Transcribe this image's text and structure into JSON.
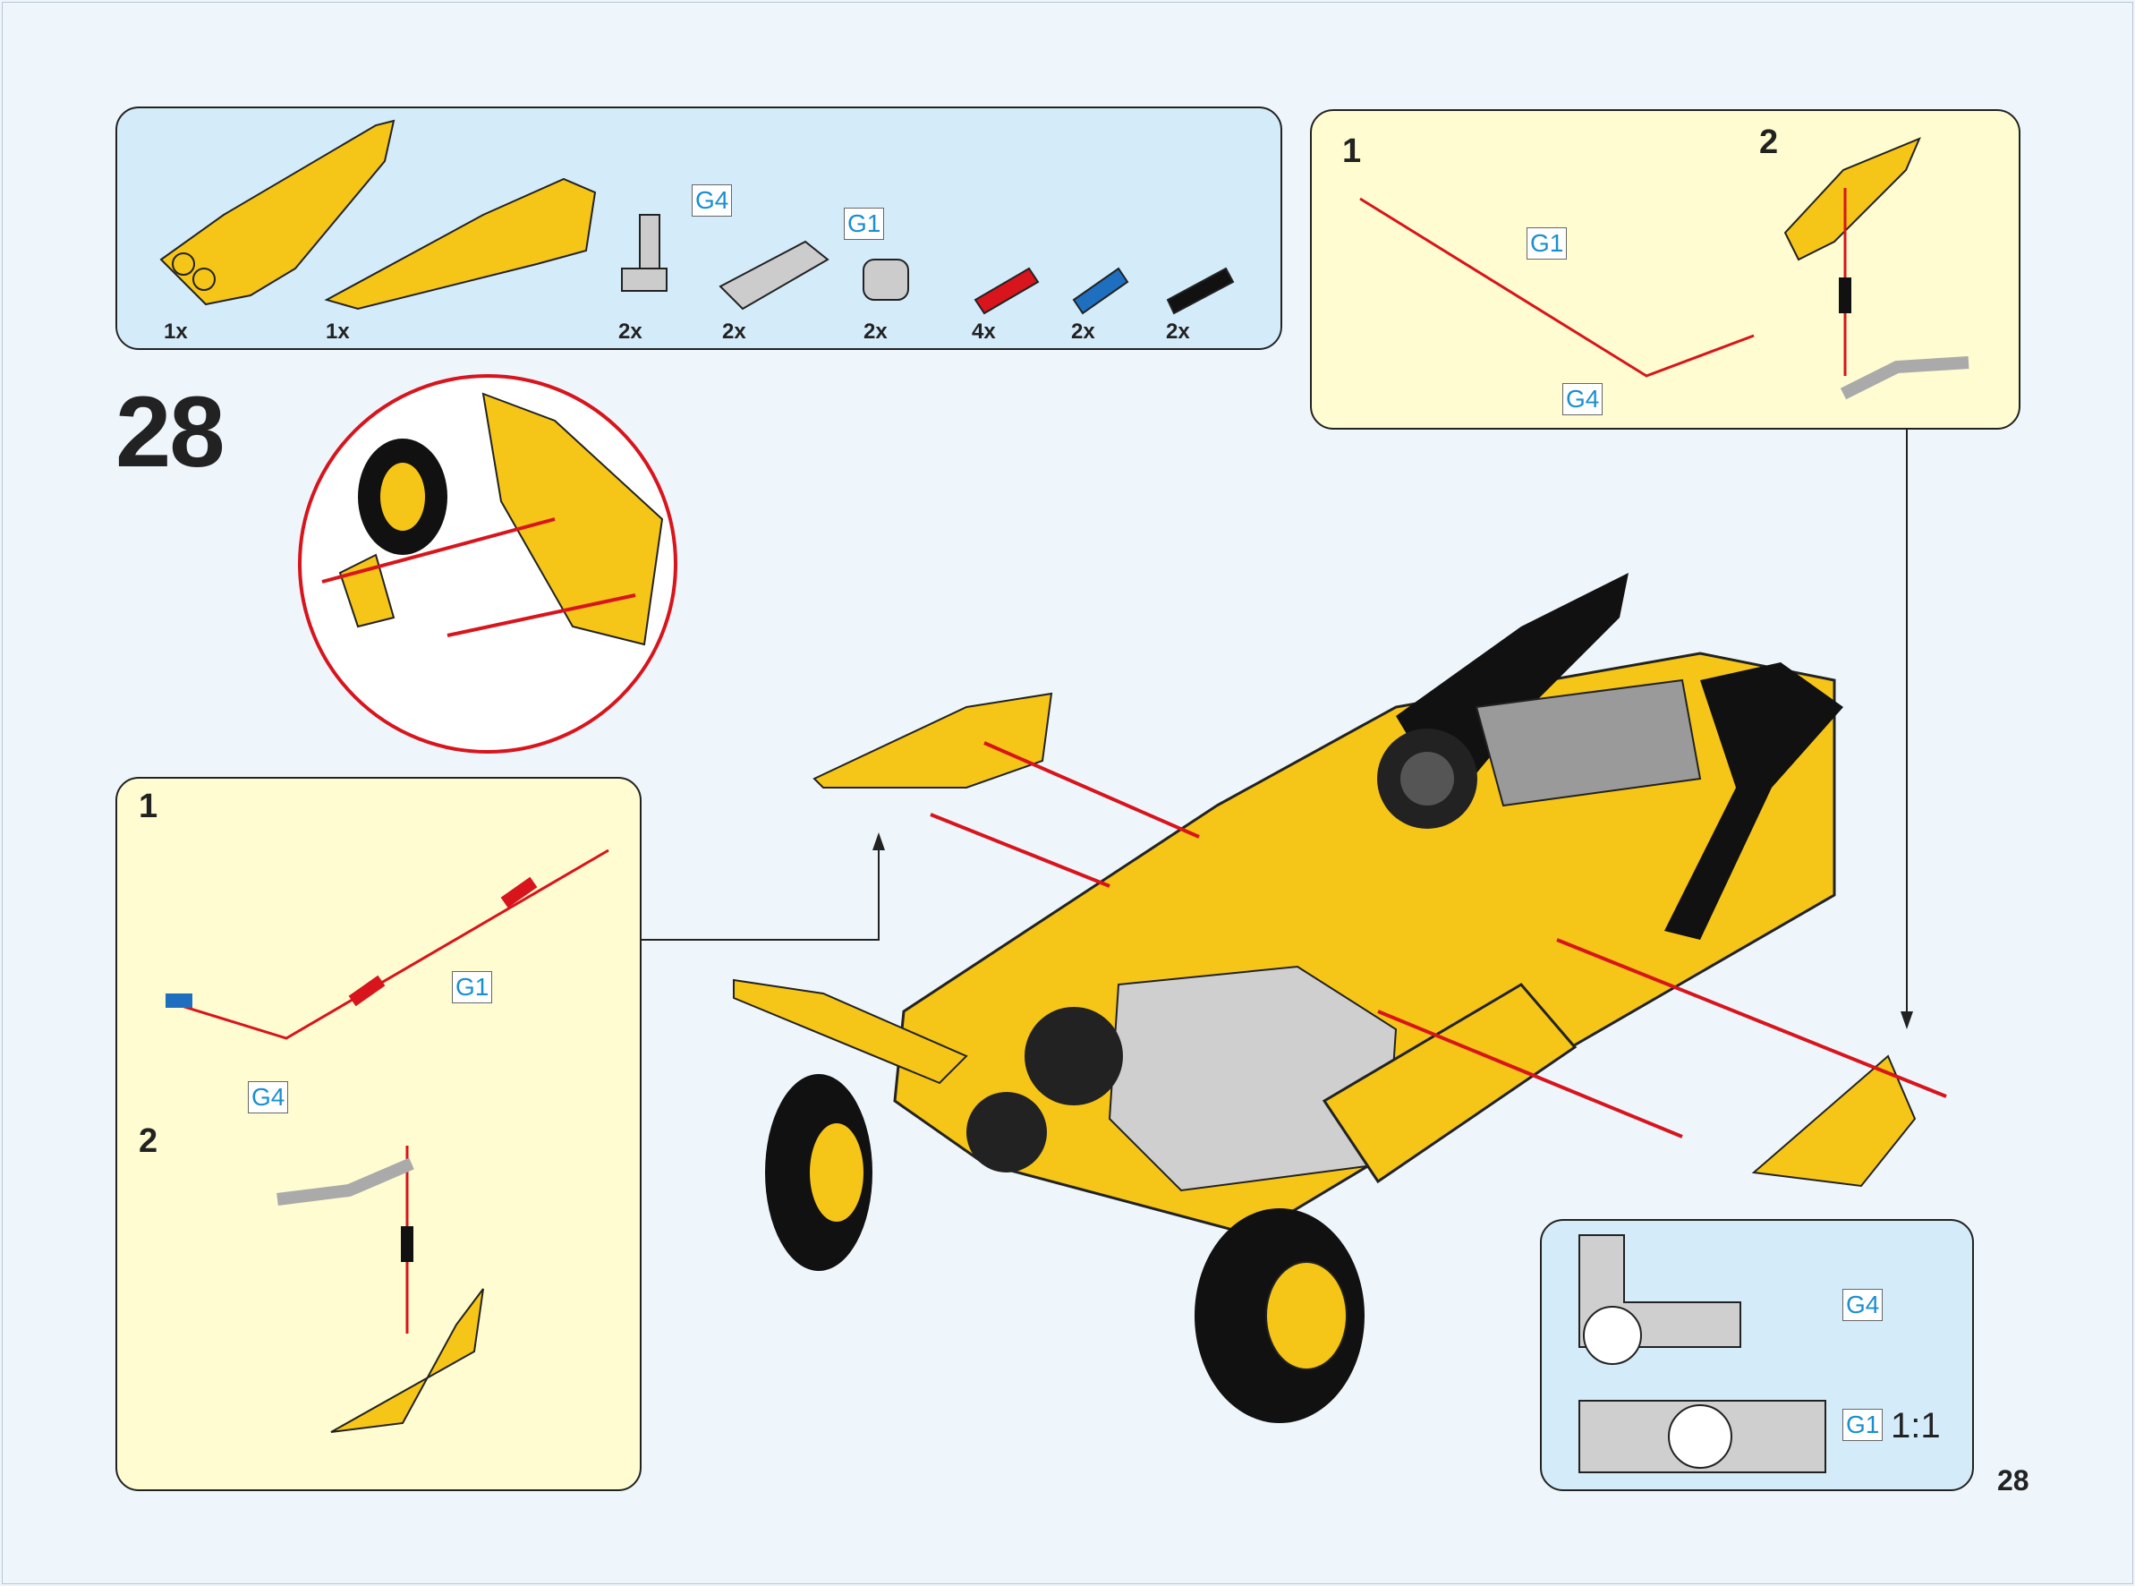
{
  "step_number": "28",
  "page_number": "28",
  "parts_list": {
    "items": [
      {
        "qty": "1x",
        "part": "yellow-panel-large"
      },
      {
        "qty": "1x",
        "part": "yellow-panel-flat"
      },
      {
        "qty": "2x",
        "part": "gray-angle-connector",
        "tag": "G4"
      },
      {
        "qty": "2x",
        "part": "gray-connector"
      },
      {
        "qty": "2x",
        "part": "gray-axle-pin-connector",
        "tag": "G1"
      },
      {
        "qty": "4x",
        "part": "red-axle"
      },
      {
        "qty": "2x",
        "part": "blue-pin"
      },
      {
        "qty": "2x",
        "part": "black-pin"
      }
    ]
  },
  "sub_left": {
    "step1": "1",
    "step2": "2",
    "tag_g1": "G1",
    "tag_g4": "G4"
  },
  "sub_right": {
    "step1": "1",
    "step2": "2",
    "tag_g1": "G1",
    "tag_g4": "G4"
  },
  "scale_panel": {
    "tag_g4": "G4",
    "tag_g1": "G1",
    "scale": "1:1"
  },
  "colors": {
    "yellow": "#f5c518",
    "red": "#d8141c",
    "blue": "#1f6fc0",
    "panel_blue": "#d4ecfa",
    "panel_yellow": "#fefcd0"
  }
}
